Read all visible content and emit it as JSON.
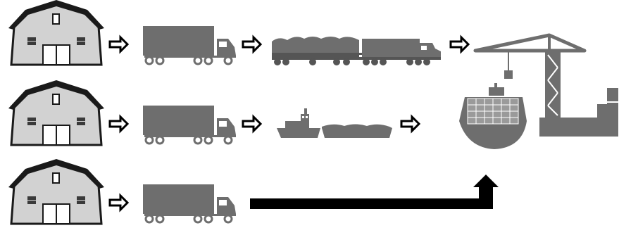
{
  "colors": {
    "barn_fill": "#d2d2d2",
    "barn_outline": "#1a1a1a",
    "vehicle_gray": "#6e6e6e",
    "arrow_black": "#000000",
    "background": "#ffffff"
  },
  "icons": {
    "farm": "barn-icon",
    "truck": "truck-icon",
    "rail": "grain-train-icon",
    "barge": "towboat-barge-icon",
    "port": "ship-and-crane-icon",
    "flow": "right-arrow-icon",
    "direct": "elbow-arrow-icon"
  },
  "routes": [
    {
      "modes": [
        "farm",
        "truck",
        "rail",
        "port"
      ]
    },
    {
      "modes": [
        "farm",
        "truck",
        "barge",
        "port"
      ]
    },
    {
      "modes": [
        "farm",
        "truck",
        "port"
      ]
    }
  ]
}
